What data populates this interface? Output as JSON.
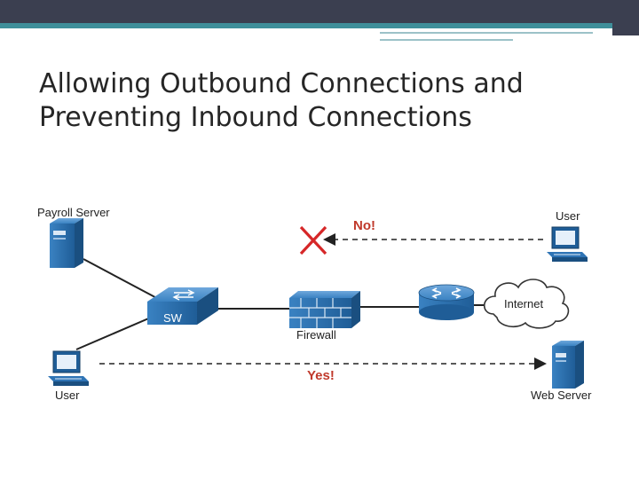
{
  "slide": {
    "title_line1": "Allowing Outbound Connections and",
    "title_line2": "Preventing Inbound Connections"
  },
  "diagram": {
    "nodes": {
      "payroll_server": "Payroll Server",
      "user_top": "User",
      "switch": "SW",
      "firewall": "Firewall",
      "internet": "Internet",
      "user_bottom": "User",
      "web_server": "Web Server"
    },
    "flows": {
      "blocked": "No!",
      "allowed": "Yes!"
    },
    "colors": {
      "device_blue": "#2f74b5",
      "device_dark": "#1f4f7d",
      "alert_red": "#c0392b",
      "title_text": "#262626",
      "header_band": "#3b3f50",
      "header_teal": "#3f8f9a"
    }
  }
}
